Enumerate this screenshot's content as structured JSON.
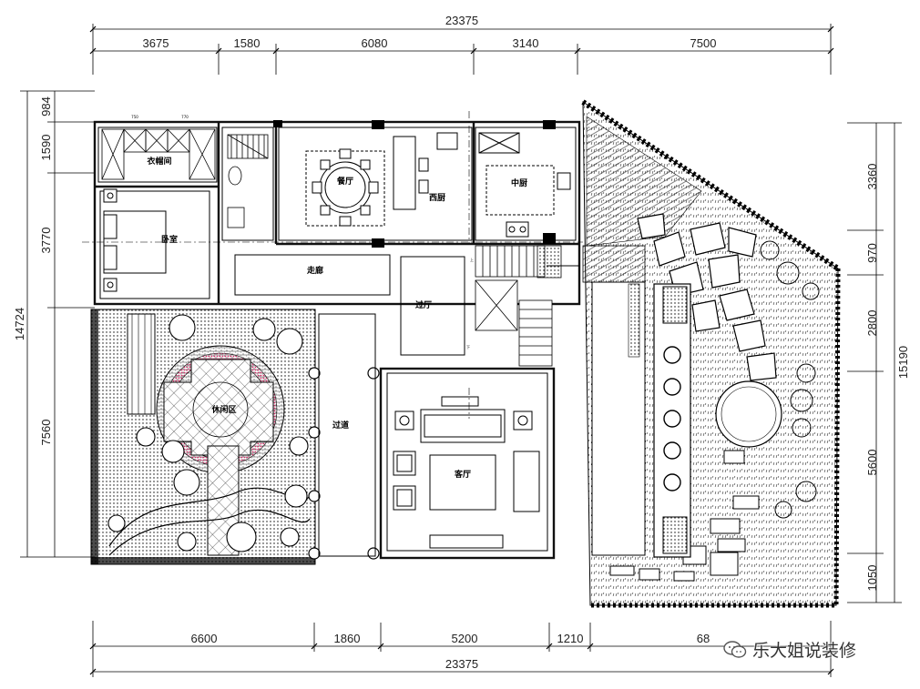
{
  "dimensions": {
    "top_total": "23375",
    "top_segments": [
      "3675",
      "1580",
      "6080",
      "3140",
      "7500"
    ],
    "bottom_total": "23375",
    "bottom_segments": [
      "6600",
      "1860",
      "5200",
      "1210",
      "68"
    ],
    "left_total": "14724",
    "left_segments": [
      "984",
      "1590",
      "3770",
      "7560"
    ],
    "right_total": "15190",
    "right_segments": [
      "3360",
      "970",
      "2800",
      "5600",
      "1050"
    ]
  },
  "rooms": {
    "cloakroom": "衣帽间",
    "bedroom": "卧室",
    "dining": "餐厅",
    "western_kitchen": "西厨",
    "chinese_kitchen": "中厨",
    "corridor": "走廊",
    "hall": "过厅",
    "passage": "过道",
    "living_room": "客厅",
    "leisure_area": "休闲区"
  },
  "cabinet_widths": [
    "750",
    "770"
  ],
  "stair_labels": [
    "上",
    "下"
  ],
  "watermark": "乐大姐说装修",
  "colors": {
    "line": "#000000",
    "accent": "#d6336c",
    "wall": "#111111"
  }
}
